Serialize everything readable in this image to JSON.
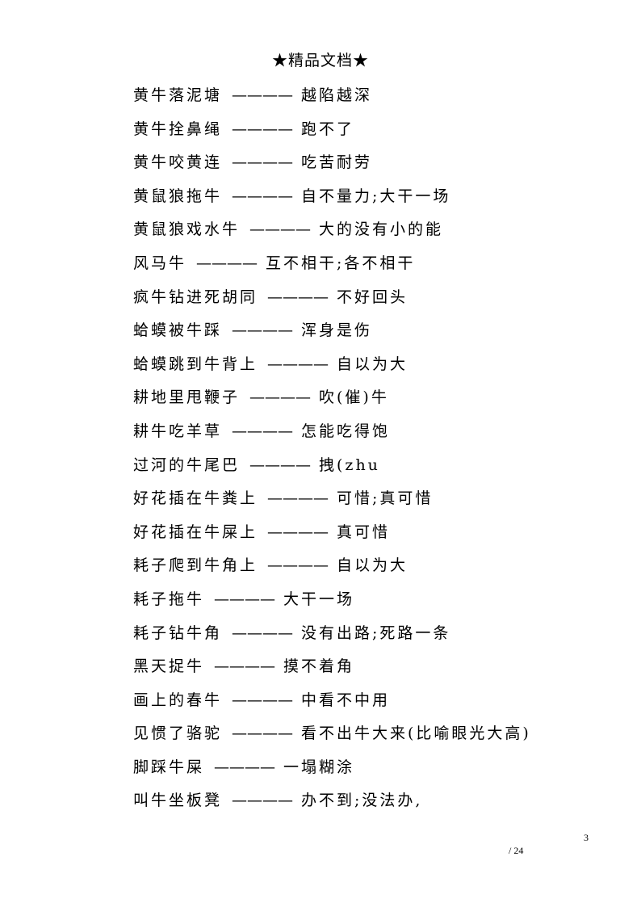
{
  "header": "★精品文档★",
  "lines": [
    {
      "left": "黄牛落泥塘",
      "dash": "————",
      "right": "越陷越深"
    },
    {
      "left": "黄牛拴鼻绳",
      "dash": "————",
      "right": "跑不了"
    },
    {
      "left": "黄牛咬黄连",
      "dash": "————",
      "right": "吃苦耐劳"
    },
    {
      "left": "黄鼠狼拖牛",
      "dash": "————",
      "right": "自不量力;大干一场"
    },
    {
      "left": "黄鼠狼戏水牛",
      "dash": "————",
      "right": "大的没有小的能"
    },
    {
      "left": "风马牛",
      "dash": "————",
      "right": "互不相干;各不相干"
    },
    {
      "left": "疯牛钻进死胡同",
      "dash": "————",
      "right": "不好回头"
    },
    {
      "left": "蛤蟆被牛踩",
      "dash": "————",
      "right": "浑身是伤"
    },
    {
      "left": "蛤蟆跳到牛背上",
      "dash": "————",
      "right": "自以为大"
    },
    {
      "left": "耕地里甩鞭子",
      "dash": "————",
      "right": "吹(催)牛"
    },
    {
      "left": "耕牛吃羊草",
      "dash": "————",
      "right": "怎能吃得饱"
    },
    {
      "left": "过河的牛尾巴",
      "dash": "————",
      "right": "拽(zhu"
    },
    {
      "left": "好花插在牛粪上",
      "dash": "————",
      "right": "可惜;真可惜"
    },
    {
      "left": "好花插在牛屎上",
      "dash": "————",
      "right": "真可惜"
    },
    {
      "left": "耗子爬到牛角上",
      "dash": "————",
      "right": "自以为大"
    },
    {
      "left": "耗子拖牛",
      "dash": "————",
      "right": "大干一场"
    },
    {
      "left": "耗子钻牛角",
      "dash": "————",
      "right": "没有出路;死路一条"
    },
    {
      "left": "黑天捉牛",
      "dash": "————",
      "right": "摸不着角"
    },
    {
      "left": "画上的春牛",
      "dash": "————",
      "right": "中看不中用"
    },
    {
      "left": "见惯了骆驼",
      "dash": "————",
      "right": "看不出牛大来(比喻眼光大高)"
    },
    {
      "left": "脚踩牛屎",
      "dash": "————",
      "right": "一塌糊涂"
    },
    {
      "left": "叫牛坐板凳",
      "dash": "————",
      "right": "办不到;没法办,"
    }
  ],
  "footer": {
    "page_number": "3",
    "page_total": "/ 24"
  }
}
